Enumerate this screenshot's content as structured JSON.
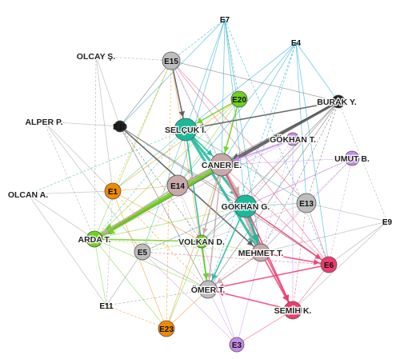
{
  "nodes": [
    {
      "id": "E7",
      "label": "E7",
      "color": "#00a0c8",
      "shape": "text"
    },
    {
      "id": "E4",
      "label": "E4",
      "color": "#00a0c8",
      "shape": "text"
    },
    {
      "id": "E15",
      "label": "E15",
      "color": "#bdbdbd"
    },
    {
      "id": "OLCAY",
      "label": "OLCAY Ş.",
      "color": "#ffffff",
      "shape": "text"
    },
    {
      "id": "E20",
      "label": "E20",
      "color": "#6fd11f"
    },
    {
      "id": "BURAK",
      "label": "BURAK Y.",
      "color": "#222222"
    },
    {
      "id": "ALPER",
      "label": "ALPER P.",
      "color": "#ffffff",
      "shape": "text"
    },
    {
      "id": "E10",
      "label": "E10",
      "color": "#222222"
    },
    {
      "id": "SELCUK",
      "label": "SELÇUK İ.",
      "color": "#1ab99a"
    },
    {
      "id": "GOKHANT",
      "label": "GÖKHAN T.",
      "color": "#c68be8"
    },
    {
      "id": "UMUT",
      "label": "UMUT B.",
      "color": "#c68be8"
    },
    {
      "id": "CANER",
      "label": "CANER E.",
      "color": "#c8a8a8"
    },
    {
      "id": "E1",
      "label": "E1",
      "color": "#f08a00"
    },
    {
      "id": "E14",
      "label": "E14",
      "color": "#c8a8a8"
    },
    {
      "id": "OLCAN",
      "label": "OLCAN A.",
      "color": "#ffffff",
      "shape": "text"
    },
    {
      "id": "GOKHANG",
      "label": "GÖKHAN G.",
      "color": "#1ab99a"
    },
    {
      "id": "E13",
      "label": "E13",
      "color": "#bdbdbd"
    },
    {
      "id": "E9",
      "label": "E9",
      "color": "#ffffff",
      "shape": "text"
    },
    {
      "id": "ARDA",
      "label": "ARDA T.",
      "color": "#6fd11f"
    },
    {
      "id": "E5",
      "label": "E5",
      "color": "#bdbdbd"
    },
    {
      "id": "VOLKAN",
      "label": "VOLKAN D.",
      "color": "#6fd11f"
    },
    {
      "id": "MEHMET",
      "label": "MEHMET T.",
      "color": "#c8a8a8"
    },
    {
      "id": "E6",
      "label": "E6",
      "color": "#ef3b6e"
    },
    {
      "id": "OMER",
      "label": "ÖMER T.",
      "color": "#bdbdbd"
    },
    {
      "id": "E11",
      "label": "E11",
      "color": "#ffffff",
      "shape": "text"
    },
    {
      "id": "SEMIH",
      "label": "SEMİH K.",
      "color": "#ef3b6e"
    },
    {
      "id": "E23",
      "label": "E23",
      "color": "#f08a00"
    },
    {
      "id": "E3",
      "label": "E3",
      "color": "#c68be8"
    }
  ],
  "edges": [
    {
      "from": "E15",
      "to": "SELCUK",
      "color": "#555555",
      "weight": 2
    },
    {
      "from": "E15",
      "to": "CANER",
      "color": "#8a8a8a",
      "weight": 1
    },
    {
      "from": "E15",
      "to": "ARDA",
      "color": "#6fd11f",
      "weight": 1
    },
    {
      "from": "E15",
      "to": "E23",
      "color": "#f08a00",
      "weight": 1
    },
    {
      "from": "E15",
      "to": "OMER",
      "color": "#f08a00",
      "weight": 1
    },
    {
      "from": "E15",
      "to": "E10",
      "color": "#555555",
      "weight": 1
    },
    {
      "from": "E15",
      "to": "MEHMET",
      "color": "#c68be8",
      "weight": 1
    },
    {
      "from": "E15",
      "to": "E13",
      "color": "#ef3b6e",
      "weight": 1
    },
    {
      "from": "E15",
      "to": "E6",
      "color": "#ef3b6e",
      "weight": 1
    },
    {
      "from": "E15",
      "to": "E1",
      "color": "#f08a00",
      "weight": 1
    },
    {
      "from": "E7",
      "to": "SELCUK",
      "color": "#00a0c8",
      "weight": 1
    },
    {
      "from": "E7",
      "to": "GOKHANG",
      "color": "#00a0c8",
      "weight": 1
    },
    {
      "from": "E7",
      "to": "E15",
      "color": "#00a0c8",
      "weight": 1
    },
    {
      "from": "E7",
      "to": "CANER",
      "color": "#00a0c8",
      "weight": 1
    },
    {
      "from": "E7",
      "to": "E14",
      "color": "#00a0c8",
      "weight": 1
    },
    {
      "from": "E7",
      "to": "E20",
      "color": "#00a0c8",
      "weight": 1
    },
    {
      "from": "E7",
      "to": "MEHMET",
      "color": "#00a0c8",
      "weight": 1
    },
    {
      "from": "E4",
      "to": "SELCUK",
      "color": "#00a0c8",
      "weight": 1
    },
    {
      "from": "E4",
      "to": "GOKHANG",
      "color": "#00a0c8",
      "weight": 1
    },
    {
      "from": "E4",
      "to": "CANER",
      "color": "#00a0c8",
      "weight": 1
    },
    {
      "from": "E4",
      "to": "E13",
      "color": "#00a0c8",
      "weight": 1
    },
    {
      "from": "E4",
      "to": "OMER",
      "color": "#00a0c8",
      "weight": 1
    },
    {
      "from": "E4",
      "to": "E14",
      "color": "#00a0c8",
      "weight": 1
    },
    {
      "from": "E20",
      "to": "SELCUK",
      "color": "#6fd11f",
      "weight": 2
    },
    {
      "from": "E20",
      "to": "CANER",
      "color": "#6fd11f",
      "weight": 2
    },
    {
      "from": "E20",
      "to": "E14",
      "color": "#6fd11f",
      "weight": 1
    },
    {
      "from": "E20",
      "to": "ARDA",
      "color": "#6fd11f",
      "weight": 1
    },
    {
      "from": "E20",
      "to": "VOLKAN",
      "color": "#6fd11f",
      "weight": 1
    },
    {
      "from": "E20",
      "to": "E1",
      "color": "#f08a00",
      "weight": 1
    },
    {
      "from": "BURAK",
      "to": "ARDA",
      "color": "#555555",
      "weight": 3
    },
    {
      "from": "BURAK",
      "to": "CANER",
      "color": "#555555",
      "weight": 2
    },
    {
      "from": "BURAK",
      "to": "SELCUK",
      "color": "#555555",
      "weight": 2
    },
    {
      "from": "BURAK",
      "to": "GOKHANG",
      "color": "#555555",
      "weight": 1
    },
    {
      "from": "BURAK",
      "to": "MEHMET",
      "color": "#555555",
      "weight": 1
    },
    {
      "from": "BURAK",
      "to": "E14",
      "color": "#555555",
      "weight": 1
    },
    {
      "from": "BURAK",
      "to": "VOLKAN",
      "color": "#555555",
      "weight": 1
    },
    {
      "from": "BURAK",
      "to": "E13",
      "color": "#555555",
      "weight": 1
    },
    {
      "from": "BURAK",
      "to": "OMER",
      "color": "#555555",
      "weight": 1
    },
    {
      "from": "BURAK",
      "to": "E15",
      "color": "#555555",
      "weight": 1
    },
    {
      "from": "E10",
      "to": "MEHMET",
      "color": "#555555",
      "weight": 2
    },
    {
      "from": "E10",
      "to": "OMER",
      "color": "#555555",
      "weight": 1
    },
    {
      "from": "E10",
      "to": "GOKHANG",
      "color": "#555555",
      "weight": 1
    },
    {
      "from": "E10",
      "to": "VOLKAN",
      "color": "#555555",
      "weight": 1
    },
    {
      "from": "E10",
      "to": "E6",
      "color": "#555555",
      "weight": 1
    },
    {
      "from": "SELCUK",
      "to": "GOKHANG",
      "color": "#1ab99a",
      "weight": 3
    },
    {
      "from": "SELCUK",
      "to": "MEHMET",
      "color": "#1ab99a",
      "weight": 3
    },
    {
      "from": "SELCUK",
      "to": "CANER",
      "color": "#1ab99a",
      "weight": 2
    },
    {
      "from": "SELCUK",
      "to": "OMER",
      "color": "#1ab99a",
      "weight": 2
    },
    {
      "from": "SELCUK",
      "to": "ARDA",
      "color": "#1ab99a",
      "weight": 1
    },
    {
      "from": "SELCUK",
      "to": "E1",
      "color": "#1ab99a",
      "weight": 1
    },
    {
      "from": "SELCUK",
      "to": "E5",
      "color": "#1ab99a",
      "weight": 1
    },
    {
      "from": "SELCUK",
      "to": "VOLKAN",
      "color": "#1ab99a",
      "weight": 1
    },
    {
      "from": "SELCUK",
      "to": "E13",
      "color": "#1ab99a",
      "weight": 1
    },
    {
      "from": "GOKHANT",
      "to": "CANER",
      "color": "#c68be8",
      "weight": 2
    },
    {
      "from": "GOKHANT",
      "to": "GOKHANG",
      "color": "#c68be8",
      "weight": 1
    },
    {
      "from": "GOKHANT",
      "to": "ARDA",
      "color": "#c68be8",
      "weight": 1
    },
    {
      "from": "GOKHANT",
      "to": "E14",
      "color": "#c68be8",
      "weight": 1
    },
    {
      "from": "GOKHANT",
      "to": "MEHMET",
      "color": "#c68be8",
      "weight": 1
    },
    {
      "from": "UMUT",
      "to": "GOKHANG",
      "color": "#c68be8",
      "weight": 1
    },
    {
      "from": "UMUT",
      "to": "CANER",
      "color": "#c68be8",
      "weight": 1
    },
    {
      "from": "UMUT",
      "to": "E13",
      "color": "#c68be8",
      "weight": 1
    },
    {
      "from": "UMUT",
      "to": "MEHMET",
      "color": "#c68be8",
      "weight": 1
    },
    {
      "from": "UMUT",
      "to": "E5",
      "color": "#c68be8",
      "weight": 1
    },
    {
      "from": "CANER",
      "to": "ARDA",
      "color": "#6fd11f",
      "weight": 5
    },
    {
      "from": "CANER",
      "to": "GOKHANG",
      "color": "#c8a8a8",
      "weight": 3
    },
    {
      "from": "CANER",
      "to": "MEHMET",
      "color": "#c8a8a8",
      "weight": 3
    },
    {
      "from": "CANER",
      "to": "OMER",
      "color": "#c8a8a8",
      "weight": 2
    },
    {
      "from": "CANER",
      "to": "E14",
      "color": "#c8a8a8",
      "weight": 2
    },
    {
      "from": "CANER",
      "to": "VOLKAN",
      "color": "#c8a8a8",
      "weight": 2
    },
    {
      "from": "CANER",
      "to": "SEMIH",
      "color": "#ef3b6e",
      "weight": 2
    },
    {
      "from": "CANER",
      "to": "E6",
      "color": "#ef3b6e",
      "weight": 1
    },
    {
      "from": "CANER",
      "to": "E23",
      "color": "#f08a00",
      "weight": 1
    },
    {
      "from": "GOKHANG",
      "to": "MEHMET",
      "color": "#1ab99a",
      "weight": 3
    },
    {
      "from": "GOKHANG",
      "to": "ARDA",
      "color": "#6fd11f",
      "weight": 1
    },
    {
      "from": "GOKHANG",
      "to": "OMER",
      "color": "#1ab99a",
      "weight": 2
    },
    {
      "from": "GOKHANG",
      "to": "SEMIH",
      "color": "#ef3b6e",
      "weight": 2
    },
    {
      "from": "GOKHANG",
      "to": "E6",
      "color": "#ef3b6e",
      "weight": 2
    },
    {
      "from": "GOKHANG",
      "to": "E13",
      "color": "#1ab99a",
      "weight": 1
    },
    {
      "from": "GOKHANG",
      "to": "E5",
      "color": "#1ab99a",
      "weight": 1
    },
    {
      "from": "GOKHANG",
      "to": "VOLKAN",
      "color": "#1ab99a",
      "weight": 1
    },
    {
      "from": "E14",
      "to": "ARDA",
      "color": "#c8a8a8",
      "weight": 2
    },
    {
      "from": "E14",
      "to": "OMER",
      "color": "#c8a8a8",
      "weight": 1
    },
    {
      "from": "E14",
      "to": "VOLKAN",
      "color": "#c8a8a8",
      "weight": 1
    },
    {
      "from": "E14",
      "to": "E1",
      "color": "#f08a00",
      "weight": 1
    },
    {
      "from": "E14",
      "to": "E5",
      "color": "#c8a8a8",
      "weight": 1
    },
    {
      "from": "ARDA",
      "to": "VOLKAN",
      "color": "#6fd11f",
      "weight": 2
    },
    {
      "from": "ARDA",
      "to": "OMER",
      "color": "#6fd11f",
      "weight": 1
    },
    {
      "from": "ARDA",
      "to": "MEHMET",
      "color": "#6fd11f",
      "weight": 1
    },
    {
      "from": "ARDA",
      "to": "E23",
      "color": "#6fd11f",
      "weight": 1
    },
    {
      "from": "ARDA",
      "to": "E11",
      "color": "#6fd11f",
      "weight": 1
    },
    {
      "from": "E1",
      "to": "OMER",
      "color": "#f08a00",
      "weight": 1
    },
    {
      "from": "E1",
      "to": "E23",
      "color": "#f08a00",
      "weight": 1
    },
    {
      "from": "E1",
      "to": "VOLKAN",
      "color": "#f08a00",
      "weight": 1
    },
    {
      "from": "VOLKAN",
      "to": "OMER",
      "color": "#6fd11f",
      "weight": 2
    },
    {
      "from": "VOLKAN",
      "to": "MEHMET",
      "color": "#6fd11f",
      "weight": 1
    },
    {
      "from": "VOLKAN",
      "to": "E23",
      "color": "#6fd11f",
      "weight": 1
    },
    {
      "from": "VOLKAN",
      "to": "E5",
      "color": "#6fd11f",
      "weight": 1
    },
    {
      "from": "MEHMET",
      "to": "E6",
      "color": "#ef3b6e",
      "weight": 2
    },
    {
      "from": "MEHMET",
      "to": "SEMIH",
      "color": "#ef3b6e",
      "weight": 2
    },
    {
      "from": "MEHMET",
      "to": "OMER",
      "color": "#c8a8a8",
      "weight": 2
    },
    {
      "from": "MEHMET",
      "to": "E13",
      "color": "#c8a8a8",
      "weight": 1
    },
    {
      "from": "MEHMET",
      "to": "E3",
      "color": "#c68be8",
      "weight": 1
    },
    {
      "from": "E6",
      "to": "OMER",
      "color": "#ef3b6e",
      "weight": 2
    },
    {
      "from": "E6",
      "to": "SEMIH",
      "color": "#ef3b6e",
      "weight": 1
    },
    {
      "from": "E6",
      "to": "E13",
      "color": "#ef3b6e",
      "weight": 1
    },
    {
      "from": "E6",
      "to": "E5",
      "color": "#ef3b6e",
      "weight": 1
    },
    {
      "from": "SEMIH",
      "to": "OMER",
      "color": "#ef3b6e",
      "weight": 2
    },
    {
      "from": "SEMIH",
      "to": "E3",
      "color": "#ef3b6e",
      "weight": 1
    },
    {
      "from": "SEMIH",
      "to": "E13",
      "color": "#ef3b6e",
      "weight": 1
    },
    {
      "from": "OMER",
      "to": "E23",
      "color": "#f08a00",
      "weight": 1
    },
    {
      "from": "OMER",
      "to": "E3",
      "color": "#c68be8",
      "weight": 1
    },
    {
      "from": "OMER",
      "to": "E11",
      "color": "#8a8a8a",
      "weight": 1
    },
    {
      "from": "E5",
      "to": "E11",
      "color": "#8a8a8a",
      "weight": 1
    },
    {
      "from": "E5",
      "to": "OMER",
      "color": "#8a8a8a",
      "weight": 1
    },
    {
      "from": "E23",
      "to": "E11",
      "color": "#f08a00",
      "weight": 1
    },
    {
      "from": "E9",
      "to": "E6",
      "color": "#9a9a9a",
      "weight": 1
    },
    {
      "from": "E9",
      "to": "MEHMET",
      "color": "#9a9a9a",
      "weight": 1
    },
    {
      "from": "E9",
      "to": "BURAK",
      "color": "#9a9a9a",
      "weight": 1
    },
    {
      "from": "E9",
      "to": "E13",
      "color": "#9a9a9a",
      "weight": 1
    },
    {
      "from": "E9",
      "to": "SEMIH",
      "color": "#9a9a9a",
      "weight": 1
    },
    {
      "from": "OLCAY",
      "to": "E15",
      "color": "#9a9a9a",
      "weight": 1
    },
    {
      "from": "OLCAY",
      "to": "E10",
      "color": "#9a9a9a",
      "weight": 1
    },
    {
      "from": "OLCAY",
      "to": "E1",
      "color": "#9a9a9a",
      "weight": 1
    },
    {
      "from": "OLCAY",
      "to": "ARDA",
      "color": "#9a9a9a",
      "weight": 1
    },
    {
      "from": "ALPER",
      "to": "E10",
      "color": "#9a9a9a",
      "weight": 1
    },
    {
      "from": "ALPER",
      "to": "E1",
      "color": "#9a9a9a",
      "weight": 1
    },
    {
      "from": "ALPER",
      "to": "ARDA",
      "color": "#9a9a9a",
      "weight": 1
    },
    {
      "from": "ALPER",
      "to": "E5",
      "color": "#9a9a9a",
      "weight": 1
    },
    {
      "from": "OLCAN",
      "to": "E1",
      "color": "#9a9a9a",
      "weight": 1
    },
    {
      "from": "OLCAN",
      "to": "SELCUK",
      "color": "#1ab99a",
      "weight": 1
    },
    {
      "from": "OLCAN",
      "to": "ARDA",
      "color": "#9a9a9a",
      "weight": 1
    },
    {
      "from": "OLCAN",
      "to": "E11",
      "color": "#9a9a9a",
      "weight": 1
    },
    {
      "from": "E11",
      "to": "E1",
      "color": "#9a9a9a",
      "weight": 1
    },
    {
      "from": "E3",
      "to": "E5",
      "color": "#c68be8",
      "weight": 1
    },
    {
      "from": "E3",
      "to": "VOLKAN",
      "color": "#c68be8",
      "weight": 1
    },
    {
      "from": "E13",
      "to": "OMER",
      "color": "#c8a8a8",
      "weight": 1
    },
    {
      "from": "E13",
      "to": "VOLKAN",
      "color": "#c8a8a8",
      "weight": 1
    },
    {
      "from": "E4",
      "to": "E6",
      "color": "#00a0c8",
      "weight": 1
    },
    {
      "from": "E7",
      "to": "E6",
      "color": "#00a0c8",
      "weight": 1
    },
    {
      "from": "E7",
      "to": "E10",
      "color": "#00a0c8",
      "weight": 1
    },
    {
      "from": "E4",
      "to": "BURAK",
      "color": "#00a0c8",
      "weight": 1
    },
    {
      "from": "UMUT",
      "to": "E6",
      "color": "#c68be8",
      "weight": 1
    },
    {
      "from": "GOKHANT",
      "to": "SEMIH",
      "color": "#c68be8",
      "weight": 1
    }
  ]
}
